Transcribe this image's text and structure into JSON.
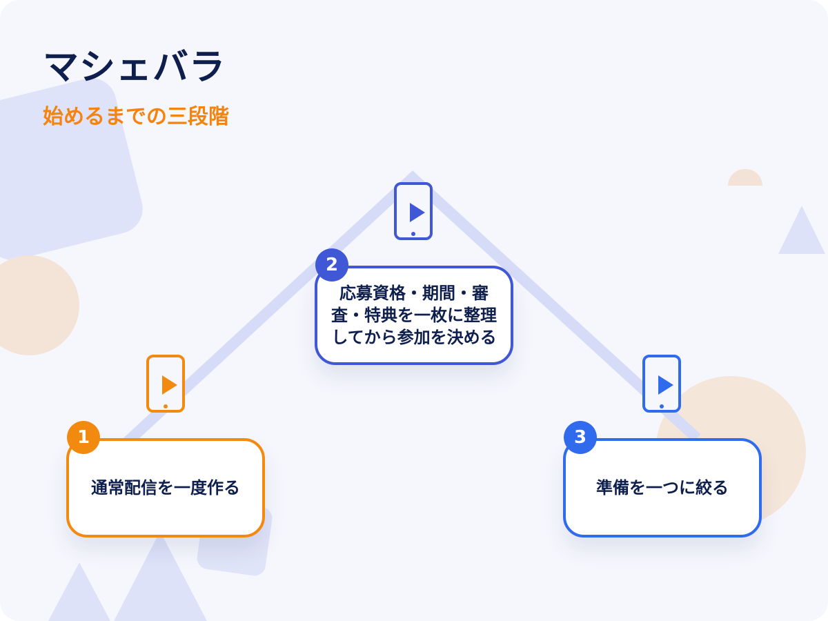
{
  "header": {
    "title": "マシェバラ",
    "subtitle": "始めるまでの三段階"
  },
  "steps": [
    {
      "number": "1",
      "text": "通常配信を一度作る",
      "color": "#f28a10"
    },
    {
      "number": "2",
      "text": "応募資格・期間・審査・特典を一枚に整理してから参加を決める",
      "color": "#4057d6"
    },
    {
      "number": "3",
      "text": "準備を一つに絞る",
      "color": "#2f6bec"
    }
  ],
  "colors": {
    "background": "#f6f7fd",
    "title": "#0f1f4d",
    "subtitle": "#f4830f",
    "connector": "#d6dbf8"
  }
}
